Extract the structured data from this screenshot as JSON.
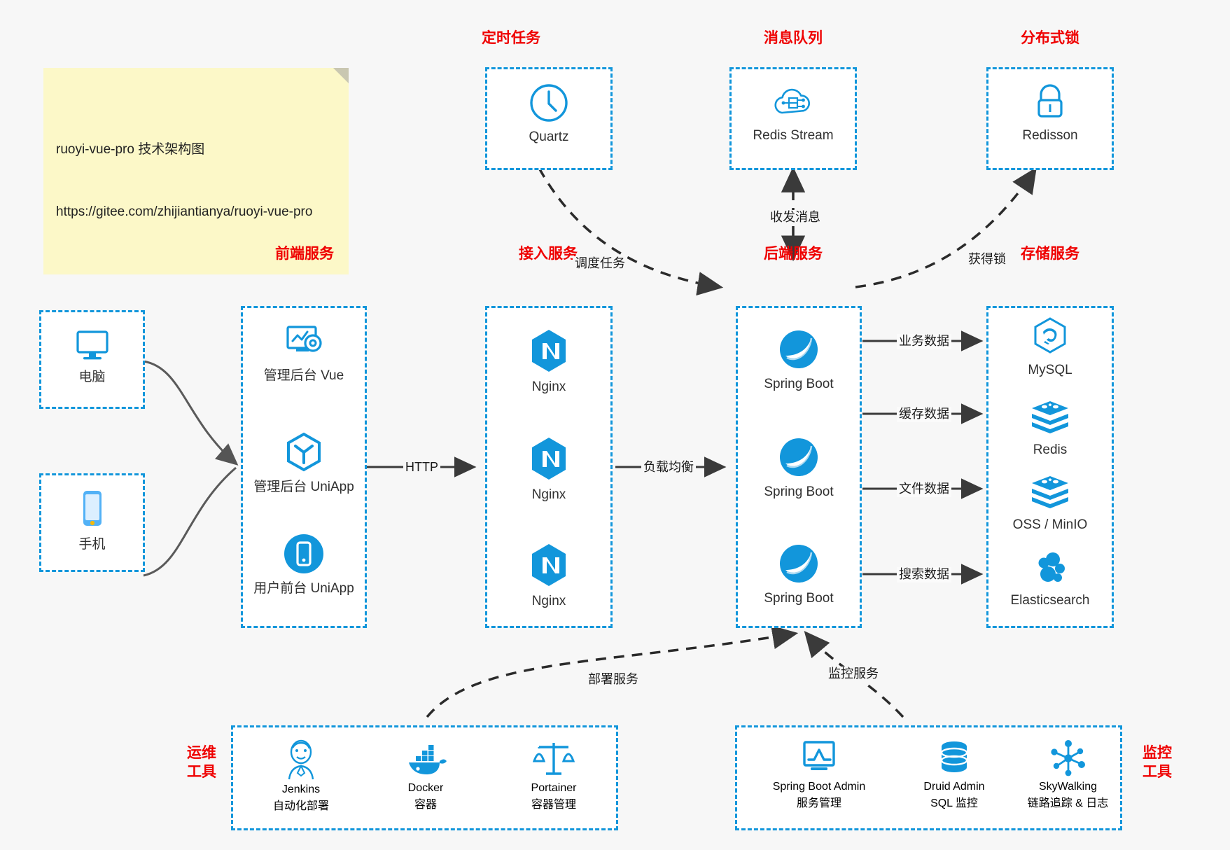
{
  "note": {
    "name": "sticky-note",
    "line1": "ruoyi-vue-pro 技术架构图",
    "line2": "https://gitee.com/zhijiantianya/ruoyi-vue-pro"
  },
  "colors": {
    "accent_blue": "#1296db",
    "title_red": "#ef0000",
    "background": "#f7f7f7",
    "box_fill": "#ffffff",
    "arrow_dark": "#3a3a3a",
    "note_yellow": "#fcf8c8"
  },
  "groups": {
    "scheduler": {
      "title": "定时任务",
      "items": [
        {
          "icon": "clock-icon",
          "label": "Quartz"
        }
      ]
    },
    "message_queue": {
      "title": "消息队列",
      "items": [
        {
          "icon": "cloud-network-icon",
          "label": "Redis Stream"
        }
      ]
    },
    "distributed_lock": {
      "title": "分布式锁",
      "items": [
        {
          "icon": "lock-icon",
          "label": "Redisson"
        }
      ]
    },
    "clients": {
      "items": [
        {
          "icon": "desktop-monitor-icon",
          "label": "电脑"
        },
        {
          "icon": "mobile-phone-icon",
          "label": "手机"
        }
      ]
    },
    "frontend": {
      "title": "前端服务",
      "items": [
        {
          "icon": "dashboard-gear-icon",
          "label": "管理后台 Vue"
        },
        {
          "icon": "uniapp-cube-icon",
          "label": "管理后台 UniApp"
        },
        {
          "icon": "mobile-app-circle-icon",
          "label": "用户前台 UniApp"
        }
      ]
    },
    "gateway": {
      "title": "接入服务",
      "items": [
        {
          "icon": "nginx-icon",
          "label": "Nginx"
        },
        {
          "icon": "nginx-icon",
          "label": "Nginx"
        },
        {
          "icon": "nginx-icon",
          "label": "Nginx"
        }
      ]
    },
    "backend": {
      "title": "后端服务",
      "items": [
        {
          "icon": "spring-boot-icon",
          "label": "Spring Boot"
        },
        {
          "icon": "spring-boot-icon",
          "label": "Spring Boot"
        },
        {
          "icon": "spring-boot-icon",
          "label": "Spring Boot"
        }
      ]
    },
    "storage": {
      "title": "存储服务",
      "items": [
        {
          "icon": "mysql-dolphin-icon",
          "label": "MySQL"
        },
        {
          "icon": "redis-stack-icon",
          "label": "Redis"
        },
        {
          "icon": "oss-stack-icon",
          "label": "OSS / MinIO"
        },
        {
          "icon": "elasticsearch-icon",
          "label": "Elasticsearch"
        }
      ]
    },
    "devops": {
      "title": "运维\n工具",
      "title_line1": "运维",
      "title_line2": "工具",
      "items": [
        {
          "icon": "jenkins-butler-icon",
          "label": "Jenkins",
          "sublabel": "自动化部署"
        },
        {
          "icon": "docker-whale-icon",
          "label": "Docker",
          "sublabel": "容器"
        },
        {
          "icon": "portainer-scale-icon",
          "label": "Portainer",
          "sublabel": "容器管理"
        }
      ]
    },
    "monitoring": {
      "title_line1": "监控",
      "title_line2": "工具",
      "items": [
        {
          "icon": "spring-boot-admin-chart-icon",
          "label": "Spring Boot Admin",
          "sublabel": "服务管理"
        },
        {
          "icon": "druid-database-icon",
          "label": "Druid Admin",
          "sublabel": "SQL 监控"
        },
        {
          "icon": "skywalking-nodes-icon",
          "label": "SkyWalking",
          "sublabel": "链路追踪 & 日志"
        }
      ]
    }
  },
  "edges": [
    {
      "id": "http",
      "label": "HTTP"
    },
    {
      "id": "load-balance",
      "label": "负载均衡"
    },
    {
      "id": "schedule-task",
      "label": "调度任务"
    },
    {
      "id": "send-receive-message",
      "label": "收发消息"
    },
    {
      "id": "acquire-lock",
      "label": "获得锁"
    },
    {
      "id": "business-data",
      "label": "业务数据"
    },
    {
      "id": "cache-data",
      "label": "缓存数据"
    },
    {
      "id": "file-data",
      "label": "文件数据"
    },
    {
      "id": "search-data",
      "label": "搜索数据"
    },
    {
      "id": "deploy-service",
      "label": "部署服务"
    },
    {
      "id": "monitor-service",
      "label": "监控服务"
    }
  ]
}
